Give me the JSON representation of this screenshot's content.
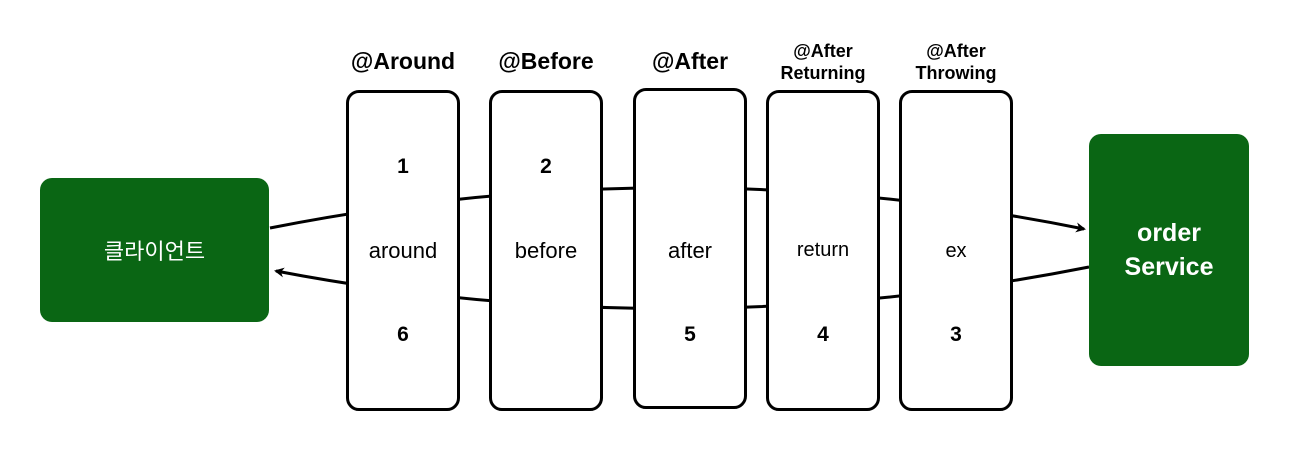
{
  "client": {
    "label": "클라이언트"
  },
  "service": {
    "line1": "order",
    "line2": "Service"
  },
  "advices": [
    {
      "title": "@Around",
      "top": "1",
      "label": "around",
      "bottom": "6"
    },
    {
      "title": "@Before",
      "top": "2",
      "label": "before",
      "bottom": ""
    },
    {
      "title": "@After",
      "top": "",
      "label": "after",
      "bottom": "5"
    },
    {
      "title_line1": "@After",
      "title_line2": "Returning",
      "top": "",
      "label": "return",
      "bottom": "4"
    },
    {
      "title_line1": "@After",
      "title_line2": "Throwing",
      "top": "",
      "label": "ex",
      "bottom": "3"
    }
  ],
  "colors": {
    "node_fill": "#0a6614",
    "stroke": "#000000"
  }
}
